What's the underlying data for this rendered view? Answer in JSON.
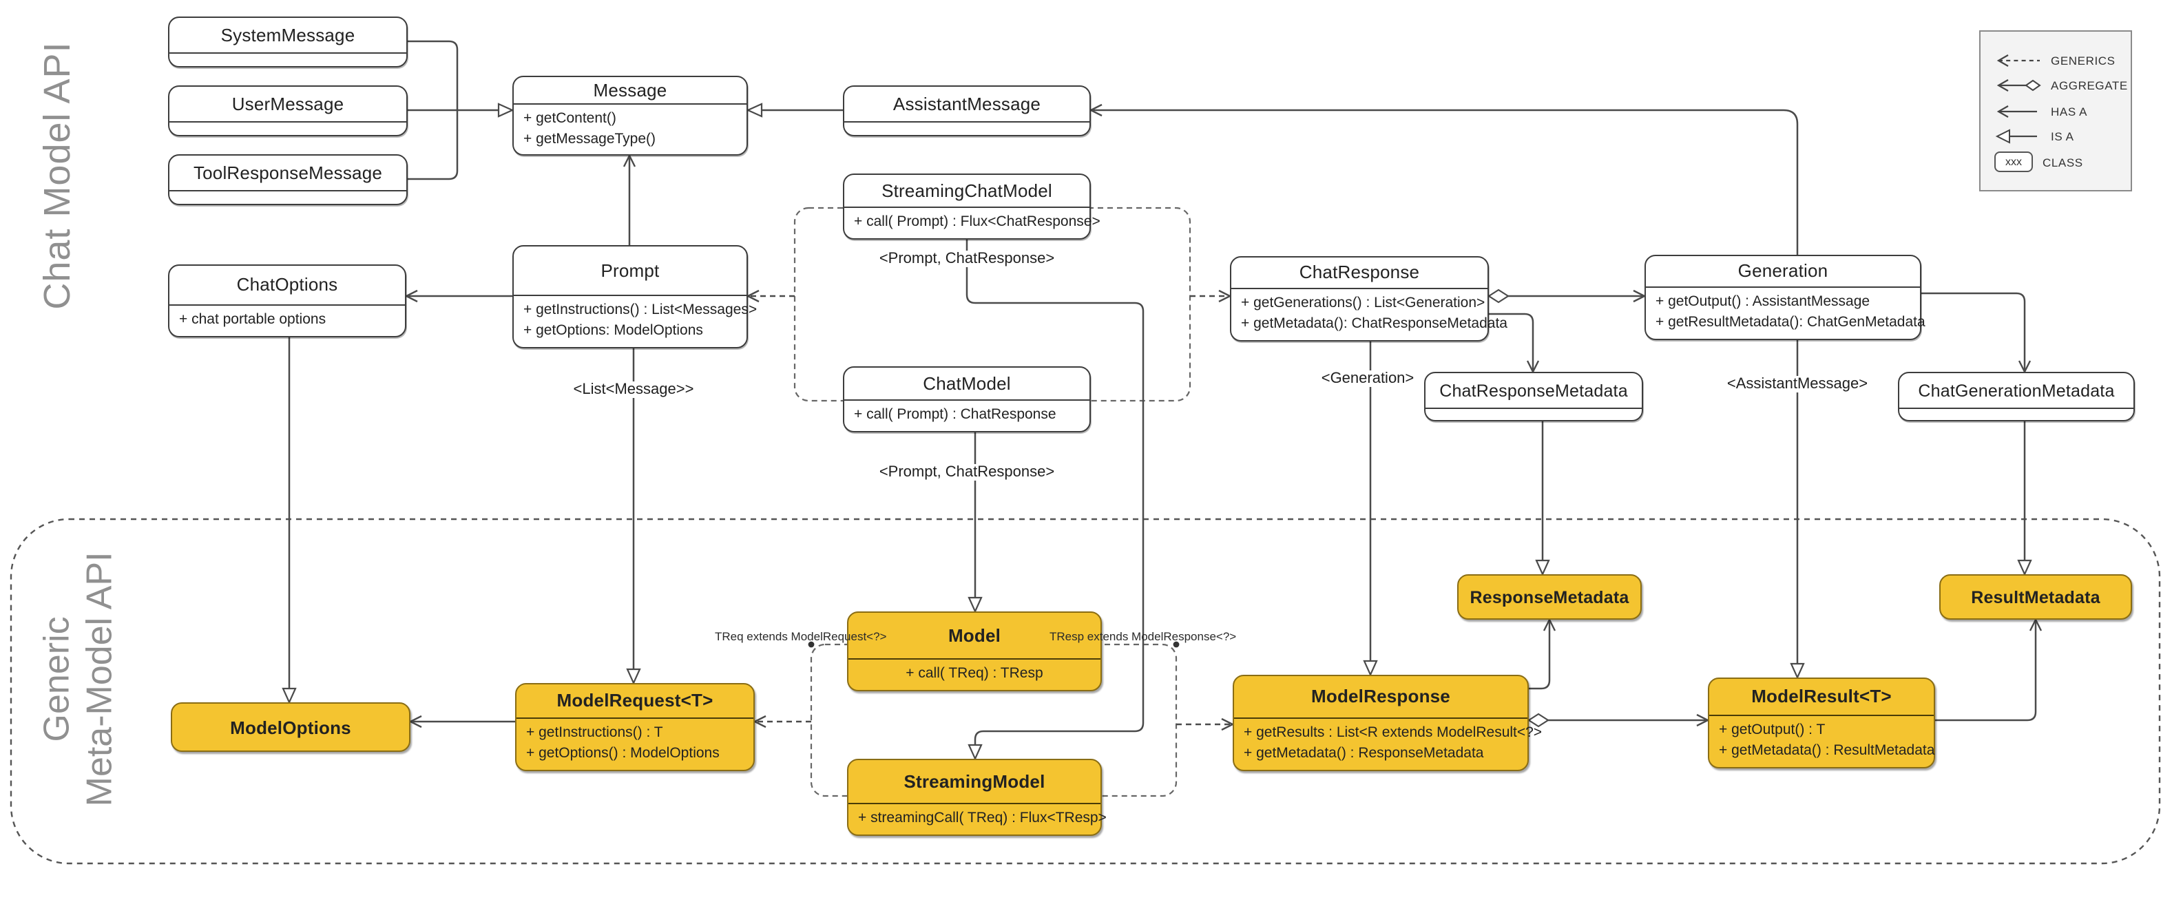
{
  "colors": {
    "accent_yellow": "#F4C430",
    "box_border": "#3d3d3d",
    "line": "#4a4a4a",
    "muted_label": "#909090",
    "legend_bg": "#f3f3f3"
  },
  "side_labels": {
    "chat_api": "Chat Model API",
    "generic_api_line1": "Generic",
    "generic_api_line2": "Meta-Model API"
  },
  "legend": {
    "generics": "GENERICS",
    "aggregate": "AGGREGATE",
    "has_a": "HAS A",
    "is_a": "IS A",
    "class": "CLASS",
    "class_sample": "xxx"
  },
  "classes": {
    "system_message": {
      "title": "SystemMessage"
    },
    "user_message": {
      "title": "UserMessage"
    },
    "tool_response_message": {
      "title": "ToolResponseMessage"
    },
    "message": {
      "title": "Message",
      "methods": [
        "+ getContent()",
        "+ getMessageType()"
      ]
    },
    "assistant_message": {
      "title": "AssistantMessage"
    },
    "chat_options": {
      "title": "ChatOptions",
      "methods": [
        "+ chat portable options"
      ]
    },
    "prompt": {
      "title": "Prompt",
      "methods": [
        "+ getInstructions() : List<Messages>",
        "+ getOptions: ModelOptions"
      ]
    },
    "streaming_chat_model": {
      "title": "StreamingChatModel",
      "methods": [
        "+ call( Prompt) : Flux<ChatResponse>"
      ]
    },
    "chat_model": {
      "title": "ChatModel",
      "methods": [
        "+ call( Prompt) : ChatResponse"
      ]
    },
    "chat_response": {
      "title": "ChatResponse",
      "methods": [
        "+ getGenerations() : List<Generation>",
        "+ getMetadata(): ChatResponseMetadata"
      ]
    },
    "generation": {
      "title": "Generation",
      "methods": [
        "+ getOutput() : AssistantMessage",
        "+ getResultMetadata(): ChatGenMetadata"
      ]
    },
    "chat_response_metadata": {
      "title": "ChatResponseMetadata"
    },
    "chat_generation_metadata": {
      "title": "ChatGenerationMetadata"
    },
    "model": {
      "title": "Model",
      "methods": [
        "+ call( TReq) : TResp"
      ]
    },
    "streaming_model": {
      "title": "StreamingModel",
      "methods": [
        "+ streamingCall( TReq) : Flux<TResp>"
      ]
    },
    "model_options": {
      "title": "ModelOptions"
    },
    "model_request": {
      "title": "ModelRequest<T>",
      "methods": [
        "+ getInstructions() : T",
        "+ getOptions() : ModelOptions"
      ]
    },
    "model_response": {
      "title": "ModelResponse",
      "methods": [
        "+ getResults : List<R extends ModelResult<?>",
        "+ getMetadata() : ResponseMetadata"
      ]
    },
    "model_result": {
      "title": "ModelResult<T>",
      "methods": [
        "+ getOutput() : T",
        "+ getMetadata() : ResultMetadata"
      ]
    },
    "response_metadata": {
      "title": "ResponseMetadata"
    },
    "result_metadata": {
      "title": "ResultMetadata"
    }
  },
  "edge_labels": {
    "streaming_chat_generics": "<Prompt, ChatResponse>",
    "chat_generics": "<Prompt, ChatResponse>",
    "list_message": "<List<Message>>",
    "generation": "<Generation>",
    "assistant_message": "<AssistantMessage>",
    "treq": "TReq extends ModelRequest<?>",
    "tresp": "TResp extends ModelResponse<?>"
  }
}
